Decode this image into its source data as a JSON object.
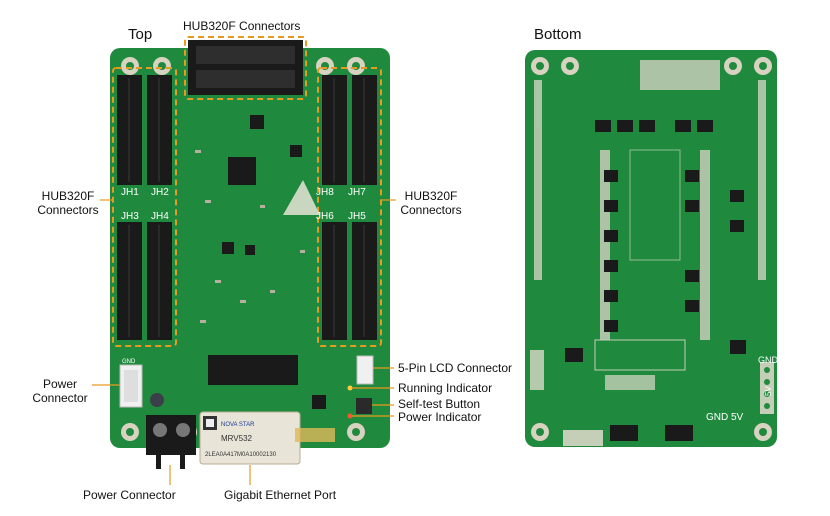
{
  "headings": {
    "top": "Top",
    "bottom": "Bottom"
  },
  "callouts": {
    "hub_top": "HUB320F Connectors",
    "hub_left_1": "HUB320F",
    "hub_left_2": "Connectors",
    "hub_right_1": "HUB320F",
    "hub_right_2": "Connectors",
    "lcd": "5-Pin LCD Connector",
    "running": "Running Indicator",
    "selftest": "Self-test Button",
    "power_ind": "Power Indicator",
    "power_conn_left_1": "Power",
    "power_conn_left_2": "Connector",
    "power_conn_bottom": "Power Connector",
    "ethernet": "Gigabit Ethernet Port"
  },
  "silkscreen": {
    "jh1": "JH1",
    "jh2": "JH2",
    "jh3": "JH3",
    "jh4": "JH4",
    "jh5": "JH5",
    "jh6": "JH6",
    "jh7": "JH7",
    "jh8": "JH8",
    "gnd_top": "GND",
    "module_brand": "NOVA STAR",
    "module_model": "MRV532",
    "module_serial": "2LEA0A417M0A10002130",
    "bottom_gnd": "GND",
    "bottom_5v": "5V",
    "bottom_gnd_side": "GND",
    "bottom_5v_side": "5V"
  },
  "colors": {
    "pcb": "#1f8a3e",
    "pcb_dark": "#17702f",
    "connector": "#1a1a1a",
    "highlight": "#e89a20",
    "pad": "#d8d2c0",
    "leader": "#e89a20"
  }
}
